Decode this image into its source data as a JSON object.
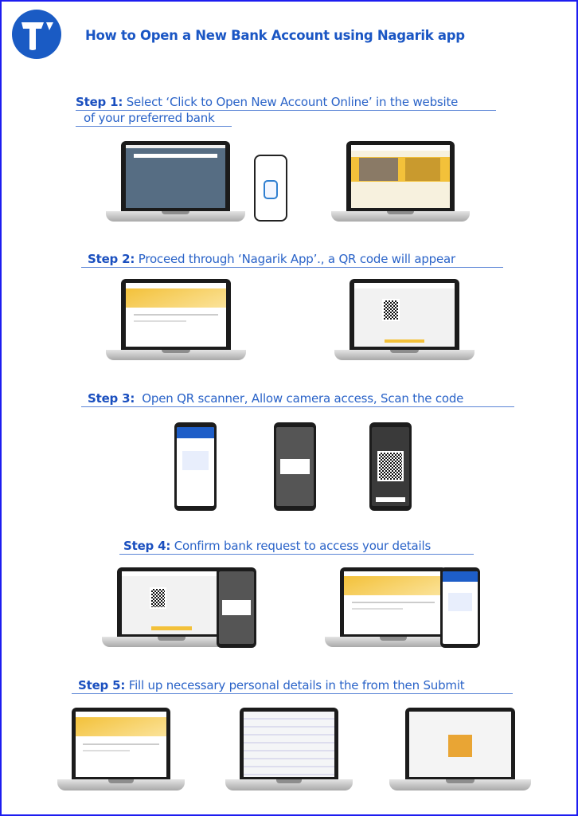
{
  "header": {
    "title": "How to Open a New Bank Account using Nagarik app",
    "logo_color": "#1a5bc4"
  },
  "steps": [
    {
      "label": "Step 1:",
      "text_line1": "Select ‘Click to Open New Account Online’ in the website",
      "text_line2": "of your preferred bank"
    },
    {
      "label": "Step 2:",
      "text": "Proceed through ‘Nagarik App’., a QR code will appear"
    },
    {
      "label": "Step 3:",
      "text": "Open QR scanner, Allow camera access, Scan the code"
    },
    {
      "label": "Step 4:",
      "text": "Confirm bank request to access your details"
    },
    {
      "label": "Step 5:",
      "text": "Fill up necessary personal details in the from then Submit"
    }
  ],
  "colors": {
    "accent": "#1a56c4",
    "border": "#1d1df0",
    "bank_yellow": "#f3c13a"
  }
}
